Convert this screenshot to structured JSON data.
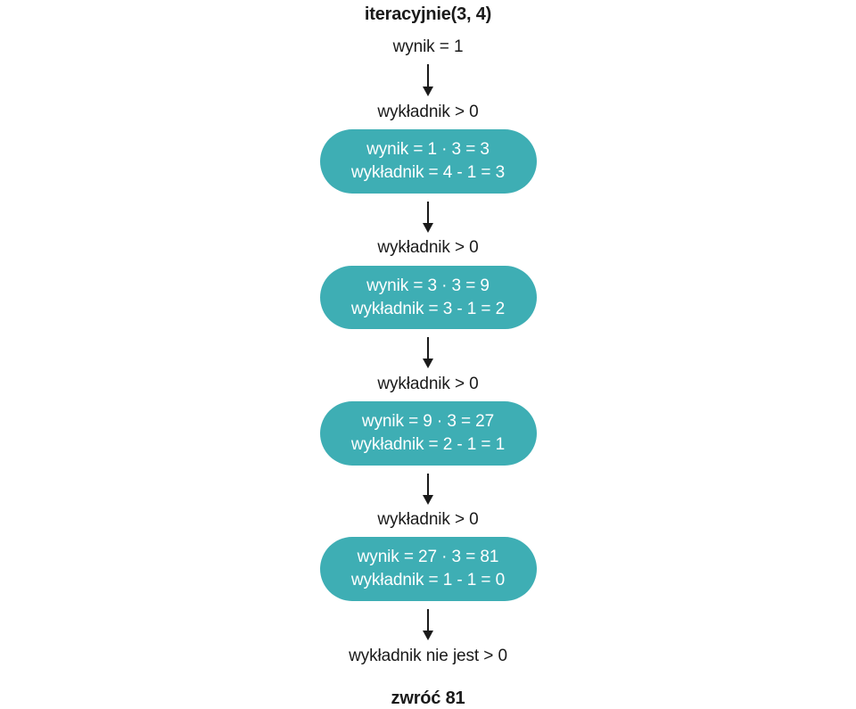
{
  "diagram": {
    "title": "iteracyjnie(3, 4)",
    "init_label": "wynik = 1",
    "condition_label": "wykładnik > 0",
    "exit_label": "wykładnik nie jest > 0",
    "return_label": "zwróć 81",
    "accent_color": "#3EAEB4",
    "text_color": "#1a1a1a",
    "box_text_color": "#ffffff",
    "background_color": "#ffffff",
    "steps": [
      {
        "condition": "wykładnik > 0",
        "result_line": "wynik = 1 · 3 = 3",
        "exponent_line": "wykładnik = 4 - 1 = 3"
      },
      {
        "condition": "wykładnik > 0",
        "result_line": "wynik = 3 · 3 = 9",
        "exponent_line": "wykładnik = 3 - 1 = 2"
      },
      {
        "condition": "wykładnik > 0",
        "result_line": "wynik = 9 · 3 = 27",
        "exponent_line": "wykładnik = 2 - 1 = 1"
      },
      {
        "condition": "wykładnik > 0",
        "result_line": "wynik = 27 · 3 = 81",
        "exponent_line": "wykładnik = 1 - 1 = 0"
      }
    ]
  }
}
